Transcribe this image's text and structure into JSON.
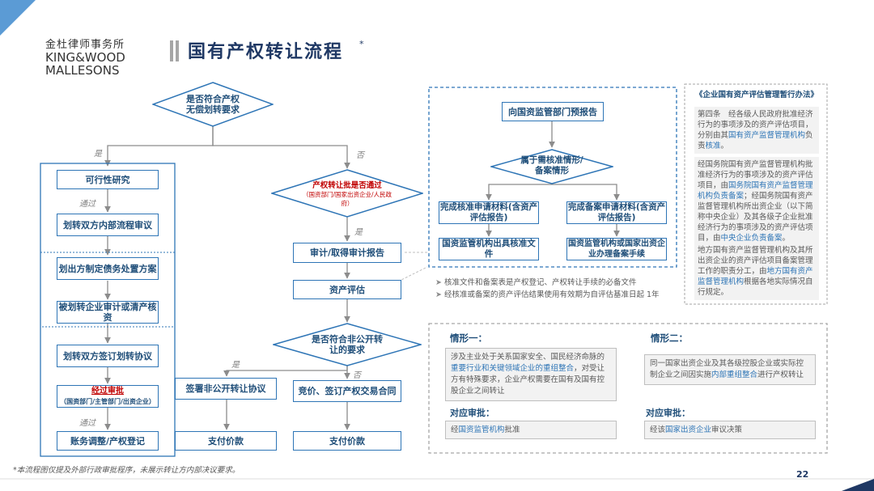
{
  "logo": {
    "cn": "金杜律师事务所",
    "en1": "KING&WOOD",
    "en2": "MALLESONS"
  },
  "title": "国有产权转让流程",
  "title_mark": "*",
  "page_number": "22",
  "footnote": "*本流程图仅提及外部行政审批程序，未展示转让方内部决议要求。",
  "flow": {
    "start": "是否符合产权无偿划转要求",
    "yes": "是",
    "no": "否",
    "pass1": "通过",
    "pass2": "通过",
    "left": {
      "feasibility": "可行性研究",
      "internal_review": "划转双方内部流程审议",
      "debt_plan": "划出方制定债务处置方案",
      "audit": "被划转企业审计或清产核资",
      "sign": "划转双方签订划转协议",
      "approval_red": "经过审批",
      "approval_sub": "（国资部门/主管部门/出资企业）",
      "registration": "账务调整/产权登记"
    },
    "right": {
      "decision_red": "产权转让批是否通过",
      "decision_sub": "（国资部门/国家出资企业/人民政府）",
      "audit_report": "审计/取得审计报告",
      "valuation": "资产评估",
      "public_q": "是否符合非公开转让的要求",
      "nonpublic_sign": "签署非公开转让协议",
      "bid": "竞价、签订产权交易合同",
      "pay1": "支付价款",
      "pay2": "支付价款"
    },
    "report": {
      "report": "向国资监管部门预报告",
      "q": "属于需核准情形/备案情形",
      "approve_submit": "完成核准申请材料(含资产评估报告)",
      "file_submit": "完成备案申请材料(含资产评估报告)",
      "approve_doc": "国资监管机构出具核准文件",
      "file_doc": "国资监管机构或国家出资企业办理备案手续"
    },
    "notes": [
      "核准文件和备案表是产权登记、产权转让手续的必备文件",
      "经核准或备案的资产评估结果使用有效期为自评估基准日起 1年"
    ]
  },
  "measures": {
    "title": "《企业国有资产评估管理暂行办法》",
    "p1a": "第四条　经各级人民政府批准经济行为的事项涉及的资产评估项目，分别由其",
    "p1b": "国有资产监督管理机构",
    "p1c": "负责",
    "p1d": "核准",
    "p1e": "。",
    "p2a": "经国务院国有资产监督管理机构批准经济行为的事项涉及的资产评估项目，由",
    "p2b": "国务院国有资产监督管理机构负责备案",
    "p2c": "；经国务院国有资产监督管理机构所出资企业（以下简称中央企业）及其各级子企业批准经济行为的事项涉及的资产评估项目，由",
    "p2d": "中央企业负责备案",
    "p2e": "。",
    "p3a": "地方国有资产监督管理机构及其所出资企业的资产评估项目备案管理工作的职责分工，由",
    "p3b": "地方国有资产监督管理机构",
    "p3c": "根据各地实际情况自行规定。"
  },
  "cases": {
    "c1": {
      "title": "情形一：",
      "t1": "涉及主业处于关系国家安全、国民经济命脉的",
      "t2": "重要行业和关键领域企业的重组整合",
      "t3": "，对受让方有特殊要求，企业产权需要在国有及国有控股企业之间转让",
      "approval_title": "对应审批：",
      "a1": "经",
      "a2": "国资监管机构",
      "a3": "批准"
    },
    "c2": {
      "title": "情形二：",
      "t1": "同一国家出资企业及其各级控股企业或实际控制企业之间因实施",
      "t2": "内部重组整合",
      "t3": "进行产权转让",
      "approval_title": "对应审批：",
      "a1": "经该",
      "a2": "国家出资企业",
      "a3": "审议决策"
    }
  },
  "colors": {
    "accent": "#2e75b6",
    "dark": "#1f4e79",
    "red": "#c00000",
    "title": "#1f3864"
  }
}
